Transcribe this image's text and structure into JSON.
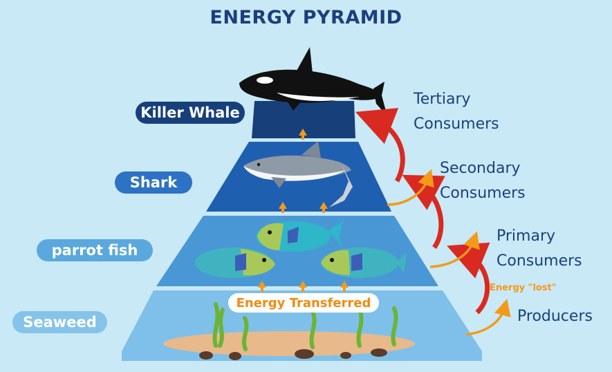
{
  "title": "ENERGY PYRAMID",
  "species": {
    "top": "Killer Whale",
    "tier3": "Shark",
    "tier2": "parrot fish",
    "base": "Seaweed"
  },
  "levels": {
    "tertiary": [
      "Tertiary",
      "Consumers"
    ],
    "secondary": [
      "Secondary",
      "Consumers"
    ],
    "primary": [
      "Primary",
      "Consumers"
    ],
    "producers": "Producers"
  },
  "annotations": {
    "energy_lost": "Energy \"lost\"",
    "energy_transferred": "Energy Transferred"
  },
  "colors": {
    "background": "#c9e9f6",
    "tier_top": "#173f7a",
    "tier_3": "#1f5fb0",
    "tier_2": "#4a97d6",
    "tier_base": "#7fc0ea",
    "transfer_arrow": "#d92a22",
    "lost_arrow": "#f39a1a",
    "title_text": "#1c3f7c"
  }
}
